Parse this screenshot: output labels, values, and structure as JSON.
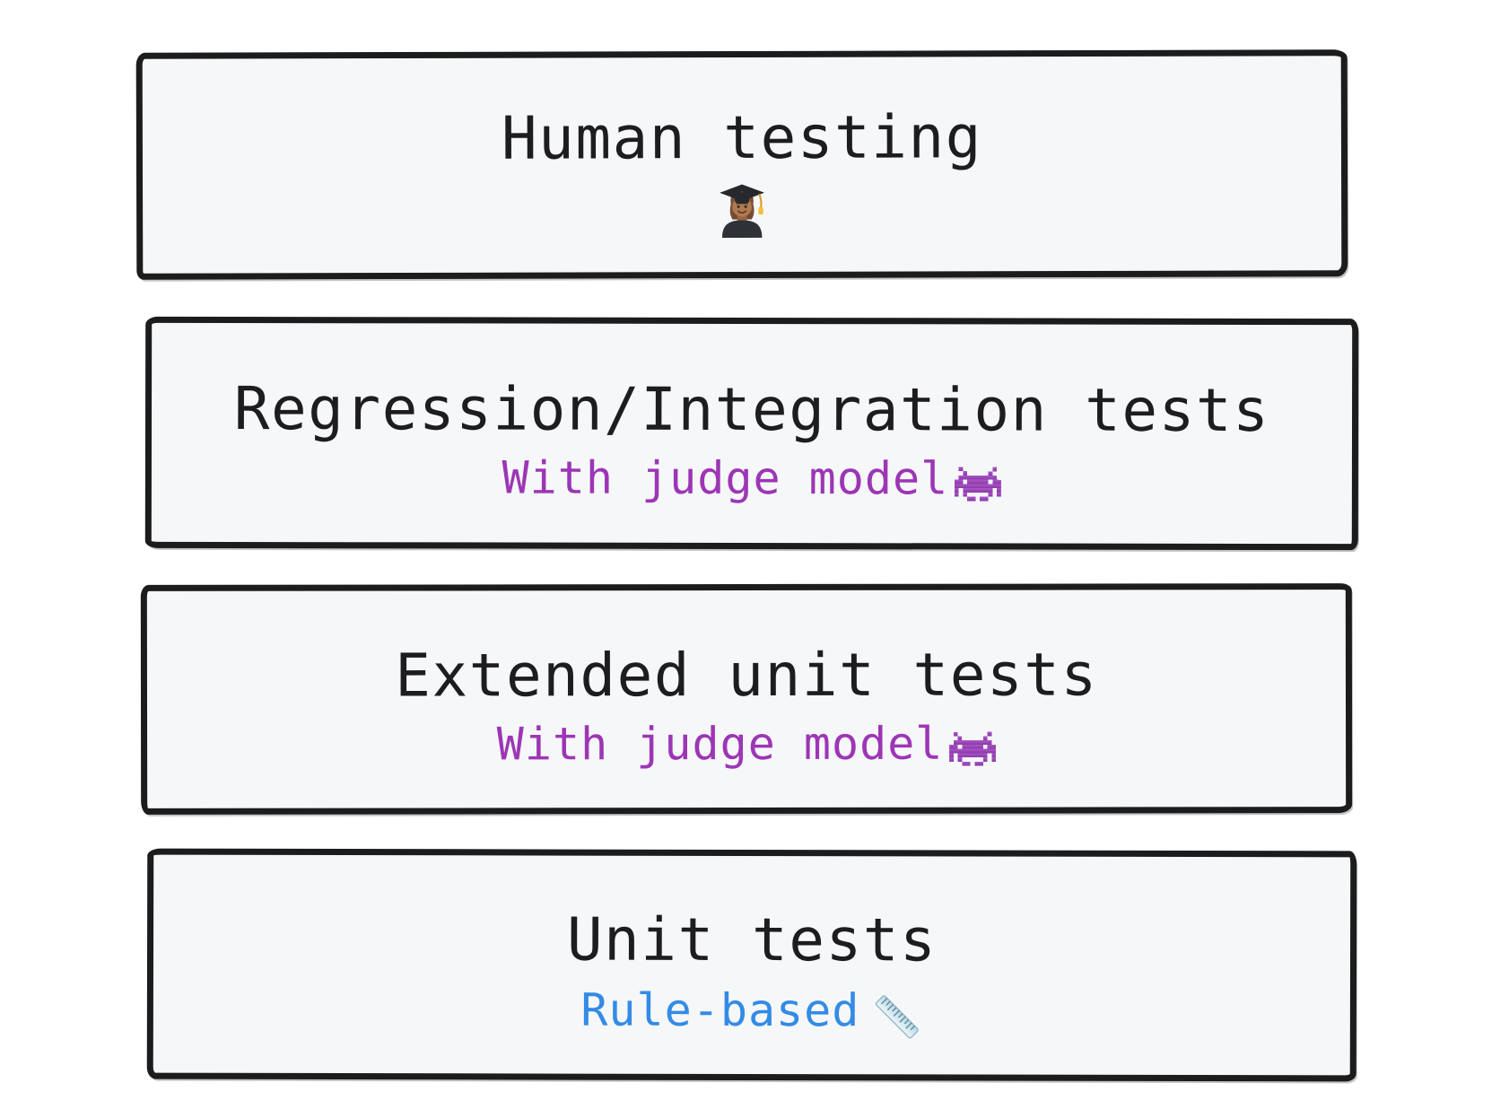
{
  "diagram": {
    "description": "Testing pyramid of four stacked hand-drawn boxes",
    "colors": {
      "background": "#ffffff",
      "box_fill": "#f6f7f9",
      "box_border": "#1c1c1c",
      "title_text": "#1d1d1f",
      "judge_subtitle_text": "#9c36b5",
      "rule_subtitle_text": "#338be5"
    },
    "boxes": [
      {
        "title": "Human testing",
        "subtitle": "",
        "emoji": "student-graduate-emoji"
      },
      {
        "title": "Regression/Integration tests",
        "subtitle": "With judge model",
        "emoji": "alien-monster-emoji"
      },
      {
        "title": "Extended unit tests",
        "subtitle": "With judge model",
        "emoji": "alien-monster-emoji"
      },
      {
        "title": "Unit tests",
        "subtitle": "Rule-based",
        "emoji": "straight-ruler-emoji"
      }
    ]
  }
}
